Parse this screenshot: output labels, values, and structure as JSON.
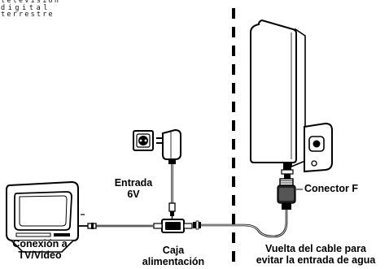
{
  "brand": {
    "line1": "television",
    "line2": "digital",
    "line3": "terrestre"
  },
  "labels": {
    "tv_connection": [
      "Conexión a",
      "TV/Video"
    ],
    "power_input": [
      "Entrada",
      "6V"
    ],
    "power_box": [
      "Caja",
      "alimentación"
    ],
    "f_connector": "Conector F",
    "cable_loop": [
      "Vuelta del cable para",
      "evitar la entrada de agua"
    ]
  }
}
